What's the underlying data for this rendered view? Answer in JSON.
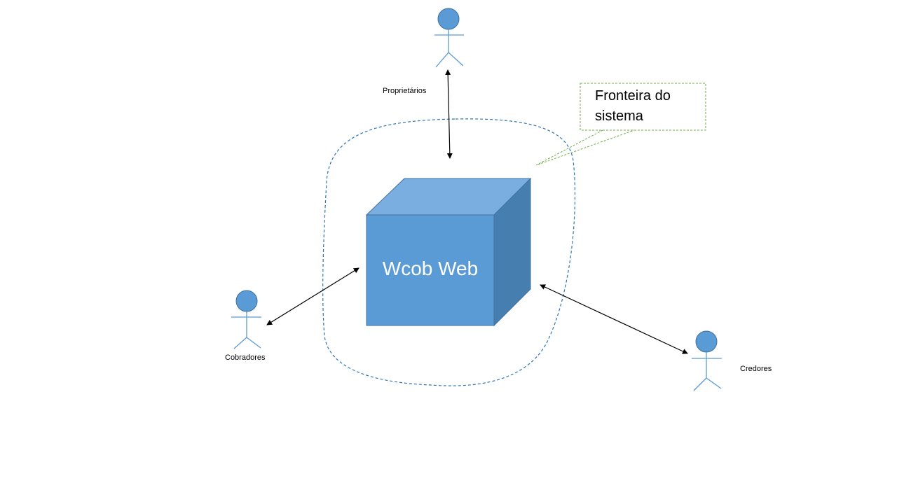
{
  "diagram": {
    "system": {
      "name": "Wcob Web"
    },
    "boundary": {
      "callout_text": "Fronteira do sistema"
    },
    "actors": {
      "proprietarios": "Proprietários",
      "cobradores": "Cobradores",
      "credores": "Credores"
    },
    "colors": {
      "actor_fill": "#5b9bd5",
      "actor_stroke": "#41719c",
      "cube_front": "#5b9bd5",
      "cube_top": "#7aade0",
      "cube_side": "#477eb0",
      "boundary_stroke": "#2e75b6",
      "callout_stroke": "#70ad47",
      "arrow": "#000000"
    }
  }
}
